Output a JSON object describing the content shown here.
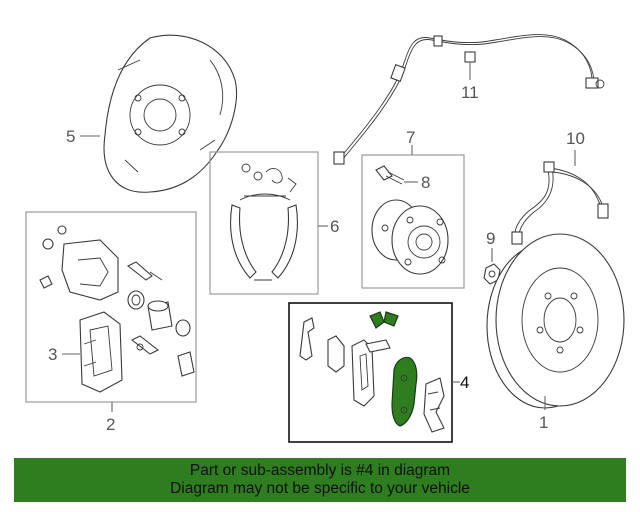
{
  "colors": {
    "highlight": "#2e7d1e",
    "banner_background": "#2e7d1e",
    "line": "#666666"
  },
  "callouts": {
    "c1": "1",
    "c2": "2",
    "c3": "3",
    "c4": "4",
    "c5": "5",
    "c6": "6",
    "c7": "7",
    "c8": "8",
    "c9": "9",
    "c10": "10",
    "c11": "11"
  },
  "banner": {
    "line1": "Part or sub-assembly is #4 in diagram",
    "line2": "Diagram may not be specific to your vehicle"
  }
}
